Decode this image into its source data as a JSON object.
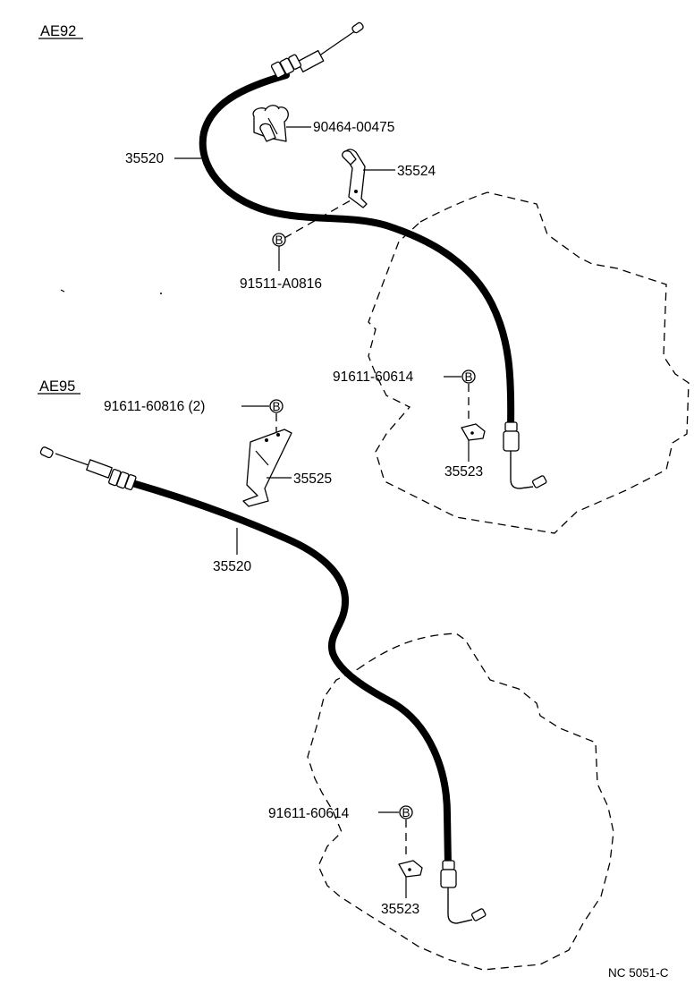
{
  "sections": {
    "ae92": "AE92",
    "ae95": "AE95"
  },
  "ae92": {
    "cable": "35520",
    "clamp": "90464-00475",
    "bracket": "35524",
    "bolt_bracket": "91511-A0816",
    "bolt_trans": "91611-60614",
    "retainer": "35523",
    "bolt_symbol": "B"
  },
  "ae95": {
    "bolt_bracket": "91611-60816 (2)",
    "bracket": "35525",
    "cable": "35520",
    "bolt_trans": "91611-60614",
    "retainer": "35523",
    "bolt_symbol": "B"
  },
  "footer": {
    "code": "NC 5051-C"
  }
}
